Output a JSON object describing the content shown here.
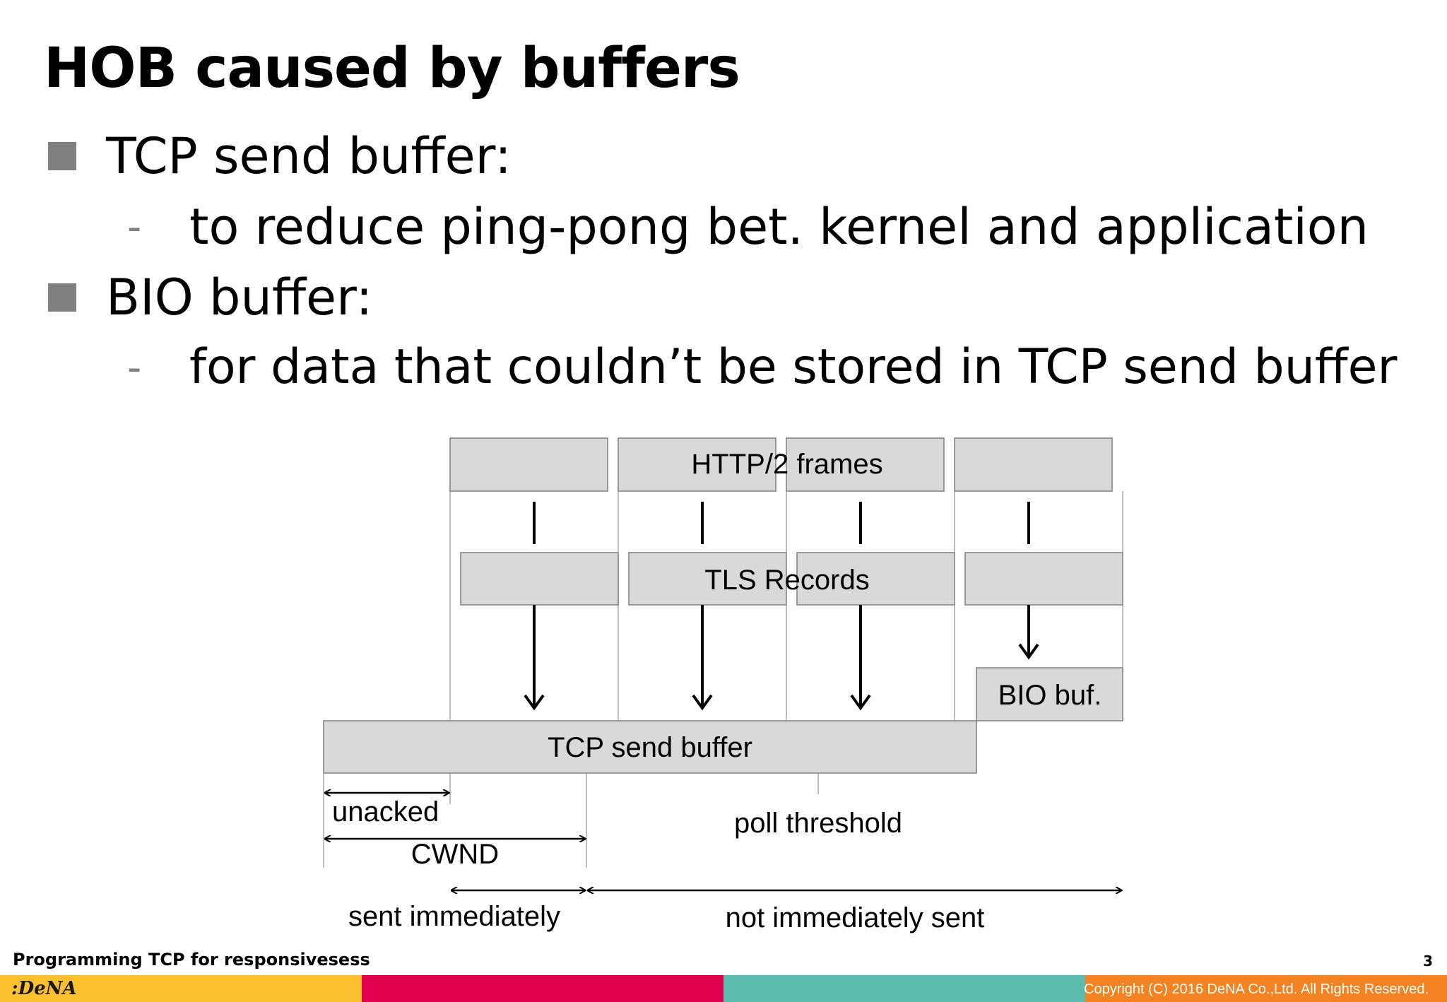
{
  "slide": {
    "title": "HOB caused by buffers",
    "bullets": [
      {
        "text": "TCP send buffer:",
        "sub": "to reduce ping-pong bet. kernel and application"
      },
      {
        "text": "BIO buffer:",
        "sub": "for data that couldn’t be stored in TCP send buffer"
      }
    ],
    "sub_marker": "-"
  },
  "diagram": {
    "http2_frames_label": "HTTP/2 frames",
    "tls_records_label": "TLS Records",
    "bio_buf_label": "BIO buf.",
    "tcp_send_buffer_label": "TCP send buffer",
    "unacked_label": "unacked",
    "cwnd_label": "CWND",
    "poll_threshold_label": "poll threshold",
    "sent_immediately_label": "sent immediately",
    "not_immediately_sent_label": "not immediately sent",
    "box_fill": "#d9d9d9",
    "box_stroke": "#7f7f7f"
  },
  "footer": {
    "presentation_title": "Programming TCP for responsivesess",
    "page_number": "3",
    "logo_text": ":DeNA",
    "copyright": "Copyright (C) 2016 DeNA Co.,Ltd. All Rights Reserved.",
    "colors": [
      "#fbc02d",
      "#e0004d",
      "#5bbbad",
      "#f58220"
    ]
  }
}
